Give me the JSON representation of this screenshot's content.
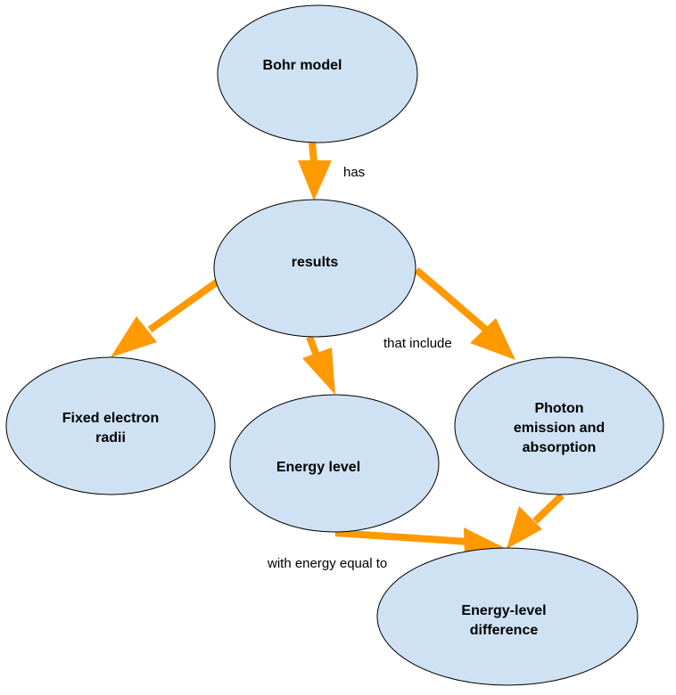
{
  "diagram": {
    "title": "Bohr model concept map",
    "colors": {
      "node_fill": "#cfe2f3",
      "node_stroke": "#000000",
      "arrow": "#ff9900",
      "text": "#000000"
    },
    "nodes": [
      {
        "id": "bohr",
        "lines": [
          "Bohr model"
        ]
      },
      {
        "id": "results",
        "lines": [
          "results"
        ]
      },
      {
        "id": "fixed",
        "lines": [
          "Fixed electron",
          "radii"
        ]
      },
      {
        "id": "energy",
        "lines": [
          "Energy level"
        ]
      },
      {
        "id": "photon",
        "lines": [
          "Photon",
          "emission and",
          "absorption"
        ]
      },
      {
        "id": "diff",
        "lines": [
          "Energy-level",
          "difference"
        ]
      }
    ],
    "edges": [
      {
        "from": "bohr",
        "to": "results",
        "label": "has"
      },
      {
        "from": "results",
        "to": "fixed",
        "label": ""
      },
      {
        "from": "results",
        "to": "energy",
        "label": ""
      },
      {
        "from": "results",
        "to": "photon",
        "label": "that include"
      },
      {
        "from": "energy",
        "to": "diff",
        "label": "with energy equal to"
      },
      {
        "from": "photon",
        "to": "diff",
        "label": ""
      }
    ]
  }
}
